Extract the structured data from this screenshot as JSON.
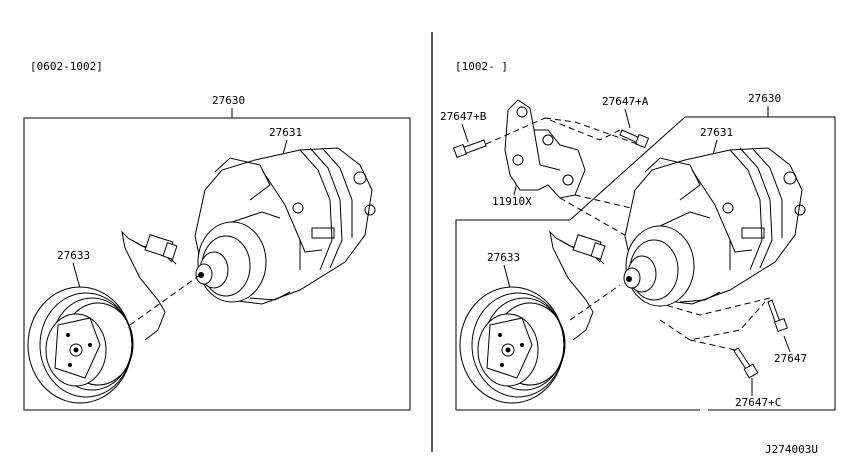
{
  "left_panel": {
    "date_range": "[0602-1002]",
    "labels": {
      "compressor_assy": "27630",
      "compressor": "27631",
      "clutch_assy": "27633"
    }
  },
  "right_panel": {
    "date_range": "[1002-   ]",
    "labels": {
      "compressor_assy": "27630",
      "compressor": "27631",
      "clutch_assy": "27633",
      "bracket": "11910X",
      "bolt_a": "27647+A",
      "bolt_b": "27647+B",
      "bolt": "27647",
      "bolt_c": "27647+C"
    }
  },
  "diagram_code": "J274003U"
}
